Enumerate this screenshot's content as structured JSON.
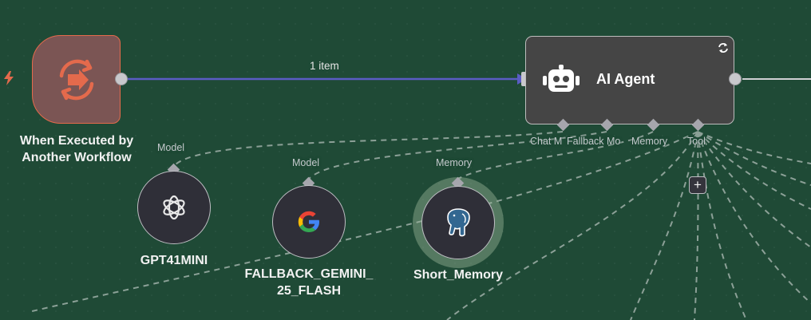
{
  "canvas": {
    "background_color": "#1f4a36",
    "connection_color": "#5a5cc4",
    "edge_label": "1 item"
  },
  "trigger": {
    "caption_line1": "When Executed by",
    "caption_line2": "Another Workflow",
    "icon": "workflow-trigger-icon",
    "accent_color": "#e46a4c"
  },
  "agent": {
    "title": "AI Agent",
    "icon": "robot-icon",
    "ports": [
      "Chat M",
      "Fallback Mo",
      "Memory",
      "Tool"
    ]
  },
  "sub_nodes": [
    {
      "name": "GPT41MINI",
      "type_label": "Model",
      "icon": "openai-icon"
    },
    {
      "name_line1": "FALLBACK_GEMINI_",
      "name_line2": "25_FLASH",
      "type_label": "Model",
      "icon": "google-icon"
    },
    {
      "name": "Short_Memory",
      "type_label": "Memory",
      "icon": "postgres-elephant-icon"
    }
  ],
  "add_tool": "+"
}
